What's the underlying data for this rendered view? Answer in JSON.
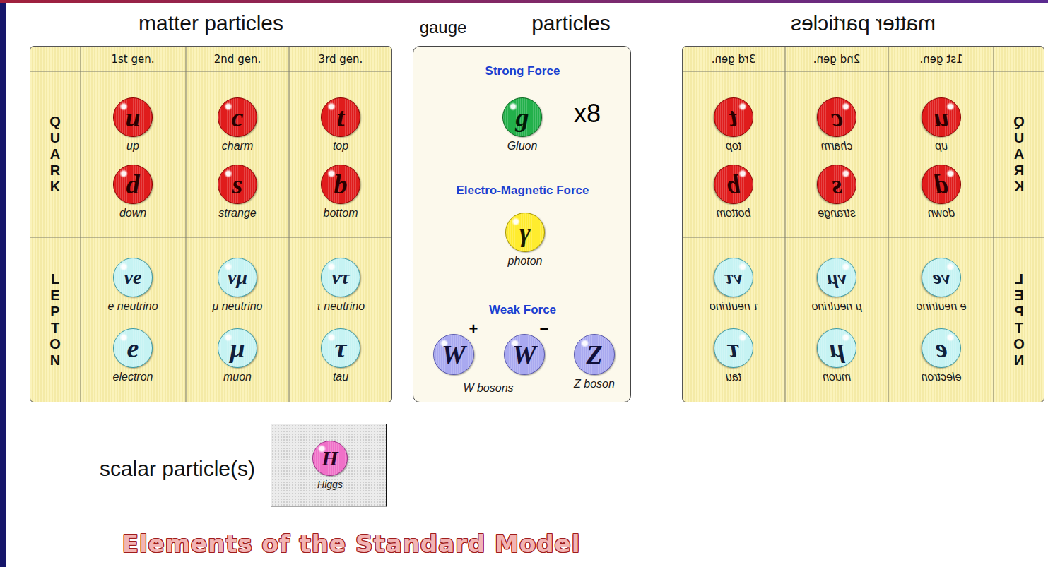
{
  "diagram": {
    "caption": "Elements of the Standard Model",
    "nodes": [
      {
        "text": [
          "matter particles"
        ]
      },
      {
        "text": [
          "u",
          "up"
        ],
        "in": 0
      },
      {
        "text": [
          "c",
          "charm"
        ],
        "in": 0
      },
      {
        "text": [
          "t",
          "top"
        ],
        "in": 0
      },
      {
        "text": [
          "d",
          "down"
        ],
        "in": 0
      },
      {
        "text": [
          "s",
          "strange"
        ],
        "in": 0
      },
      {
        "text": [
          "b",
          "bottom"
        ],
        "in": 0
      },
      {
        "text": [
          "νe",
          "e neutrino"
        ],
        "in": 0
      },
      {
        "text": [
          "νμ",
          "μ neutrino"
        ],
        "in": 0
      },
      {
        "text": [
          "ντ",
          "τ neutrino"
        ],
        "in": 0
      },
      {
        "text": [
          "e",
          "electron"
        ],
        "in": 0
      },
      {
        "text": [
          "μ",
          "muon"
        ],
        "in": 0
      },
      {
        "text": [
          "τ",
          "tau"
        ],
        "in": 0
      },
      {
        "text": [
          "gauge",
          "particles"
        ]
      },
      {
        "text": [
          "Strong Force"
        ],
        "in": 13
      },
      {
        "text": [
          "g",
          "Gluon"
        ],
        "in": 14
      },
      {
        "text": [
          "Electro-Magnetic Force"
        ],
        "in": 13
      },
      {
        "text": [
          "γ",
          "photon"
        ],
        "in": 16
      },
      {
        "text": [
          "Weak Force"
        ],
        "in": 13
      },
      {
        "text": [
          "W",
          "+"
        ],
        "in": 18
      },
      {
        "text": [
          "W",
          "−"
        ],
        "in": 18
      },
      {
        "text": [
          "Z",
          "Z boson"
        ],
        "in": 18
      },
      {
        "text": [
          "matter particles"
        ]
      },
      {
        "text": [
          "t",
          "top"
        ],
        "in": 22
      },
      {
        "text": [
          "c",
          "charm"
        ],
        "in": 22
      },
      {
        "text": [
          "u",
          "up"
        ],
        "in": 22
      },
      {
        "text": [
          "b",
          "bottom"
        ],
        "in": 22
      },
      {
        "text": [
          "s",
          "strange"
        ],
        "in": 22
      },
      {
        "text": [
          "d",
          "down"
        ],
        "in": 22
      },
      {
        "text": [
          "ντ",
          "τ neutrino"
        ],
        "in": 22
      },
      {
        "text": [
          "νμ",
          "μ neutrino"
        ],
        "in": 22
      },
      {
        "text": [
          "νe",
          "e neutrino"
        ],
        "in": 22
      },
      {
        "text": [
          "τ",
          "tau"
        ],
        "in": 22
      },
      {
        "text": [
          "μ",
          "muon"
        ],
        "in": 22
      },
      {
        "text": [
          "e",
          "electron"
        ],
        "in": 22
      },
      {
        "text": [
          "scalar particle(s)"
        ]
      },
      {
        "text": [
          "H",
          "Higgs"
        ],
        "in": 35
      }
    ],
    "labels": [
      "1st gen.",
      "2nd gen.",
      "3rd gen.",
      "QUARK",
      "LEPTON",
      "x8",
      "W bosons",
      "3rd gen.",
      "2nd gen.",
      "1st gen.",
      "QUARK",
      "LEPTON"
    ]
  }
}
